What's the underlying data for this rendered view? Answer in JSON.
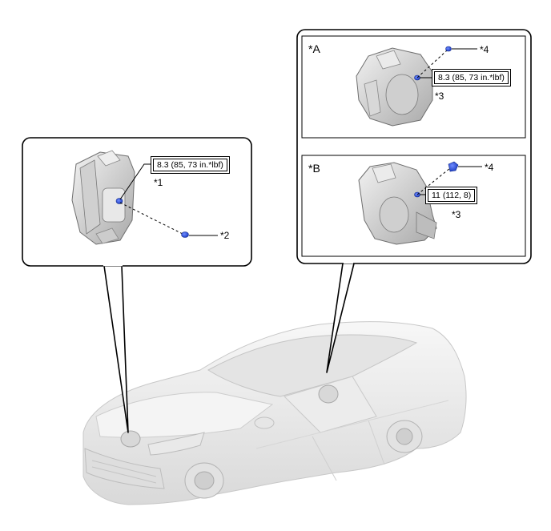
{
  "left_callout": {
    "torque": "8.3 (85, 73 in.*lbf)",
    "label_1": "*1",
    "label_2": "*2"
  },
  "panel_a": {
    "title": "*A",
    "torque": "8.3 (85, 73 in.*lbf)",
    "label_3": "*3",
    "label_4": "*4"
  },
  "panel_b": {
    "title": "*B",
    "torque": "11 (112, 8)",
    "label_3": "*3",
    "label_4": "*4"
  },
  "colors": {
    "bolt": "#1f3fc4",
    "outline": "#000000",
    "part_light": "#e6e6e6",
    "part_shade": "#b9b9b9",
    "car_body": "#f0f0f0",
    "car_shade": "#cfcfcf"
  }
}
